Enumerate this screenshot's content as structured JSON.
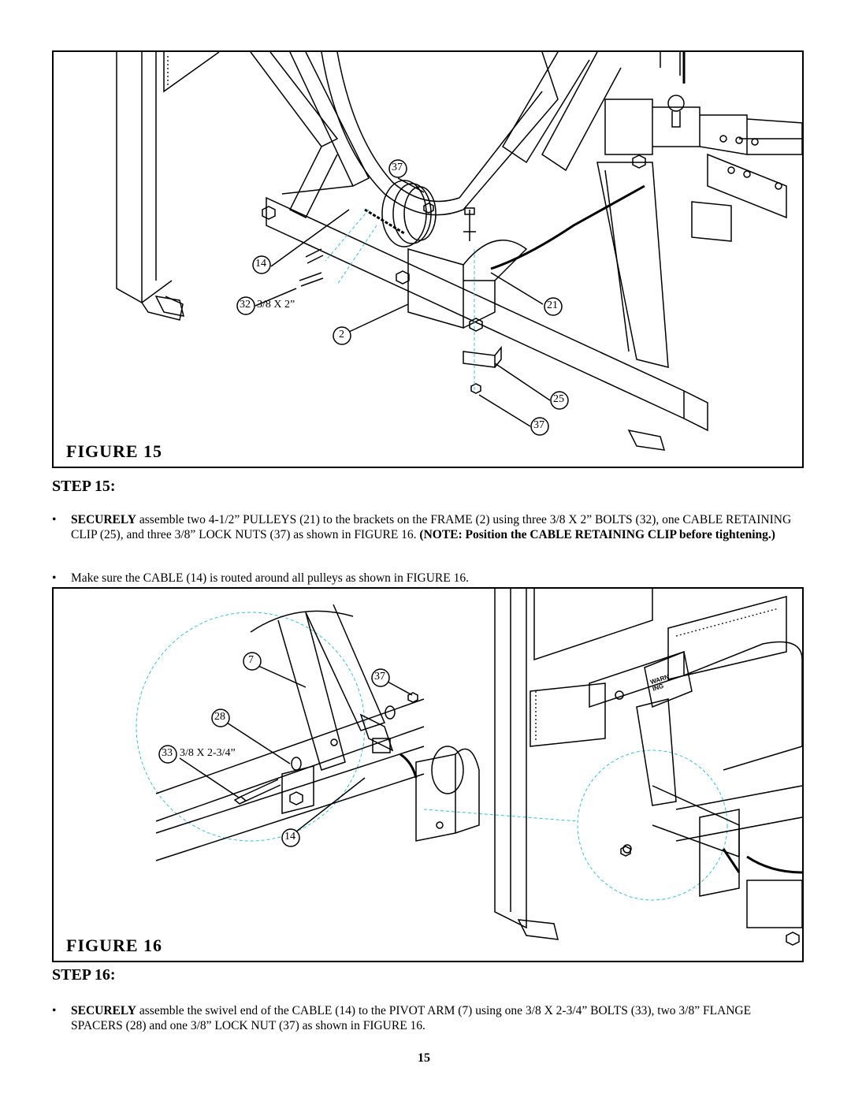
{
  "figure15": {
    "title": "FIGURE  15",
    "callouts": {
      "c37a": "37",
      "c14": "14",
      "c32": "32",
      "c32_size": "3/8 X 2”",
      "c2": "2",
      "c21": "21",
      "c25": "25",
      "c37b": "37"
    }
  },
  "step15": {
    "heading": "STEP 15:",
    "bullets": [
      {
        "bold": "SECURELY",
        "text": " assemble two 4-1/2” PULLEYS (21) to the brackets on the FRAME (2) using three 3/8 X 2”  BOLTS (32), one CABLE RETAINING CLIP (25), and  three 3/8” LOCK NUTS (37) as shown in FIGURE 16. ",
        "note": "(NOTE: Position the CABLE RETAINING CLIP before tightening.)"
      },
      {
        "text": "Make sure the CABLE (14) is routed around all pulleys as shown in FIGURE 16."
      }
    ]
  },
  "figure16": {
    "title": "FIGURE  16",
    "callouts": {
      "c7": "7",
      "c37": "37",
      "c28": "28",
      "c33": "33",
      "c33_size": "3/8 X 2-3/4”",
      "c14": "14",
      "warning": "WARN ING"
    }
  },
  "step16": {
    "heading": "STEP 16:",
    "bullets": [
      {
        "bold": "SECURELY",
        "text": " assemble the swivel end of the CABLE (14) to the PIVOT ARM (7) using  one 3/8 X 2-3/4” BOLTS (33), two 3/8” FLANGE SPACERS (28) and one 3/8” LOCK NUT (37) as shown in FIGURE 16."
      }
    ]
  },
  "page_number": "15"
}
